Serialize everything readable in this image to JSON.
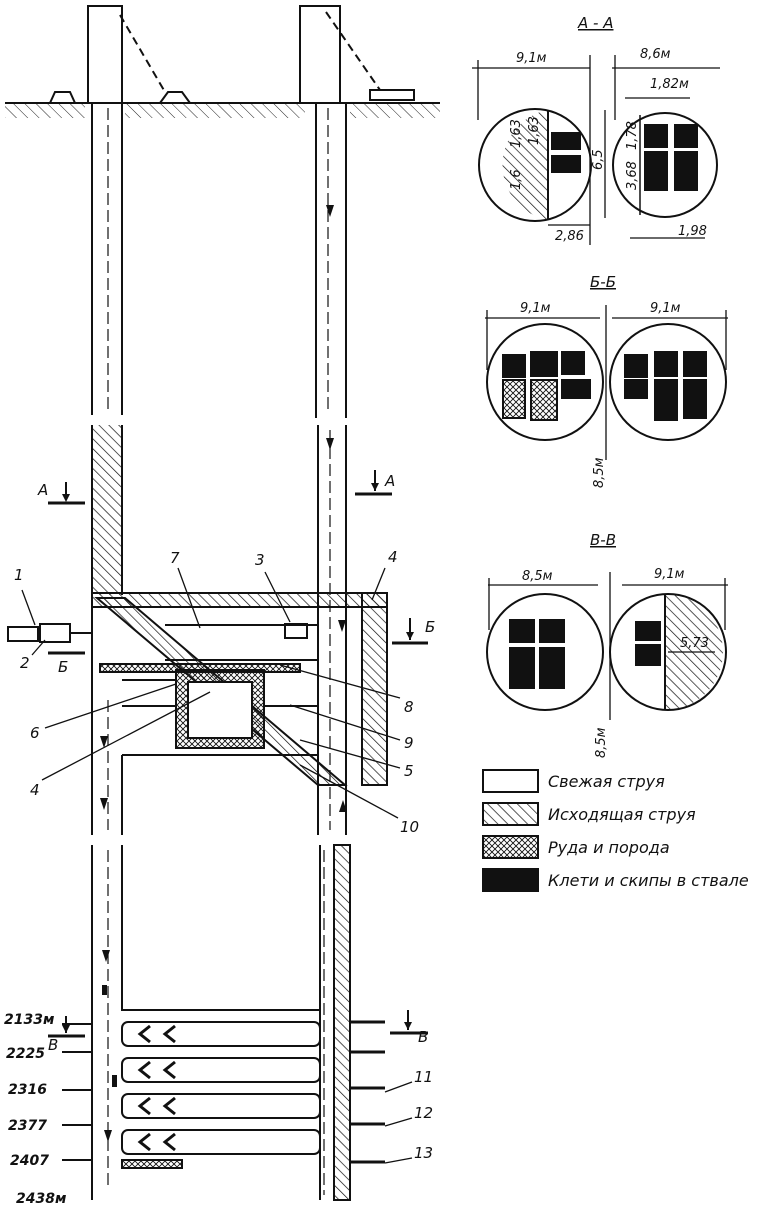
{
  "sections": {
    "aa": {
      "title": "А - А",
      "dim_left": "9,1м",
      "dim_right": "8,6м",
      "dim_top_small": "1,82м",
      "dim_bottom_left": "2,86",
      "dim_bottom_right": "1,98",
      "dim_height": "6,5",
      "dim_inner_a": "1,63",
      "dim_inner_b": "1,6",
      "dim_inner_c": "1,63",
      "dim_inner_d": "3,68",
      "dim_inner_e": "1,78"
    },
    "bb": {
      "title": "Б-Б",
      "dim_left": "9,1м",
      "dim_right": "9,1м",
      "dim_height": "8,5м"
    },
    "vv": {
      "title": "В-В",
      "dim_left": "8,5м",
      "dim_right": "9,1м",
      "dim_radius": "5,73",
      "dim_height": "8,5м"
    }
  },
  "markers": {
    "a_left": "А",
    "a_right": "А",
    "b_left": "Б",
    "b_right": "Б",
    "v_left": "В",
    "v_right": "В"
  },
  "callouts": [
    "1",
    "2",
    "3",
    "4",
    "4",
    "5",
    "6",
    "7",
    "8",
    "9",
    "10",
    "11",
    "12",
    "13"
  ],
  "levels": [
    "2133м",
    "2225",
    "2316",
    "2377",
    "2407",
    "2438м"
  ],
  "legend": [
    {
      "label": "Свежая струя",
      "pattern": "blank"
    },
    {
      "label": "Исходящая струя",
      "pattern": "hatch"
    },
    {
      "label": "Руда и порода",
      "pattern": "cross"
    },
    {
      "label": "Клети и скипы в ствале",
      "pattern": "solid"
    }
  ]
}
